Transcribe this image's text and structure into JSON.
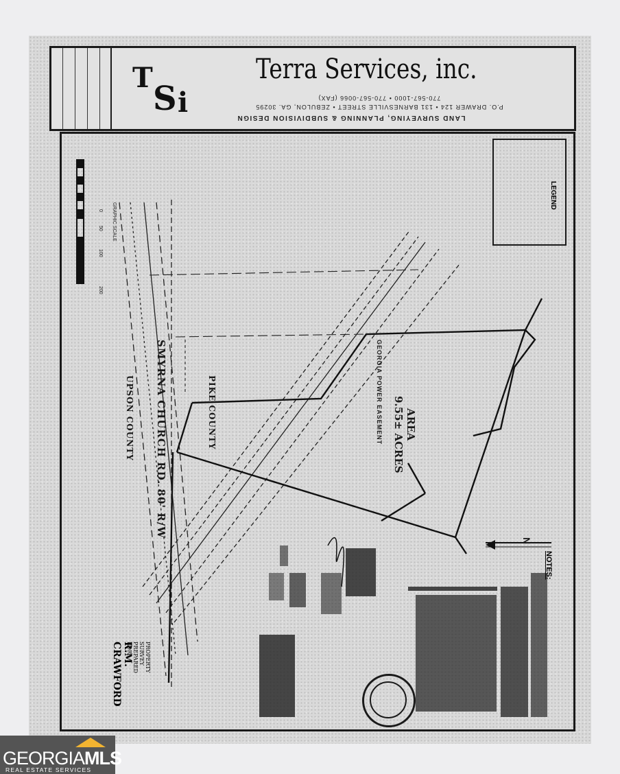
{
  "title_block": {
    "logo": "TSi",
    "company_name": "Terra Services, inc.",
    "address_line": "P.O. DRAWER 124 • 131 BARNESVILLE STREET • ZEBULON, GA. 30295",
    "phone_line": "770-567-1000 • 770-567-0066 (FAX)",
    "services": "LAND SURVEYING, PLANNING & SUBDIVISION DESIGN"
  },
  "plat": {
    "road_name": "SMYRNA CHURCH RD. 80' R/W",
    "pike_county": "PIKE COUNTY",
    "upson_county": "UPSON COUNTY",
    "area_label": "AREA",
    "area_value": "9.55± ACRES",
    "easement": "GEORGIA POWER EASEMENT",
    "legend_title": "LEGEND",
    "notes_title": "NOTES:",
    "owner_name": "R.M. CRAWFORD",
    "owner_caption": "PROPERTY SURVEY PREPARED FOR:",
    "scale_label": "GRAPHIC SCALE",
    "scale_ticks": [
      "0",
      "50",
      "100",
      "200"
    ],
    "north": "N"
  },
  "watermark": {
    "brand_light": "GEORGIA",
    "brand_bold": "MLS",
    "tagline": "REAL ESTATE SERVICES",
    "roof_color": "#f2b431",
    "background_color": "#545454"
  }
}
